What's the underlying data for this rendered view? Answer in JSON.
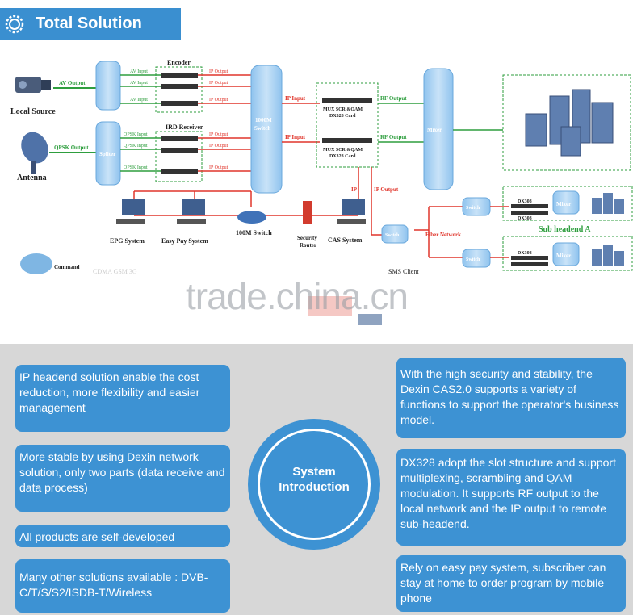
{
  "header": {
    "title": "Total Solution"
  },
  "watermark": "trade.china.cn",
  "diagram": {
    "encoder": "Encoder",
    "ird_receiver": "IRD Receiver",
    "local_source": "Local Source",
    "antenna": "Antenna",
    "av_output": "AV Output",
    "qpsk_output": "QPSK Output",
    "spliter": "Spliter",
    "av_input": "AV Input",
    "qpsk_input": "QPSK Input",
    "ip_output": "IP Output",
    "switch_1000m": [
      "1000M",
      "Switch"
    ],
    "ip_input": "IP Input",
    "mux_card": [
      "MUX SCR &QAM",
      "DX328 Card"
    ],
    "rf_output": "RF Output",
    "mixer": "Mixer",
    "ip": "IP",
    "epg_system": "EPG System",
    "easy_pay_system": "Easy Pay System",
    "switch_100m": "100M Switch",
    "security_router": [
      "Security",
      "Router"
    ],
    "cas_system": "CAS System",
    "switch": "Switch",
    "fiber_network": "Fiber Network",
    "dx308": "DX308",
    "sub_headend_a": "Sub headend A",
    "command": "Command",
    "cdma_gsm": "CDMA GSM 3G",
    "sms_client": "SMS Client"
  },
  "system_intro": {
    "label_line1": "System",
    "label_line2": "Introduction"
  },
  "features": {
    "left": [
      "IP headend solution enable the cost reduction, more flexibility and easier management",
      "More stable by using Dexin network solution, only two parts (data receive and data process)",
      "All products are self-developed",
      "Many other solutions available : DVB-C/T/S/S2/ISDB-T/Wireless"
    ],
    "right": [
      "With the high security and stability, the Dexin CAS2.0 supports a variety of functions to support the operator's business model.",
      "DX328 adopt the slot structure and support multiplexing, scrambling and QAM modulation. It supports RF output to the local network and the IP output to remote sub-headend.",
      "Rely on easy pay system, subscriber can stay at home to order program by mobile phone"
    ]
  },
  "colors": {
    "accent": "#3d92d3",
    "red_line": "#e0352b",
    "green_line": "#2e9e3e",
    "panel_bg": "#d7d7d7"
  }
}
